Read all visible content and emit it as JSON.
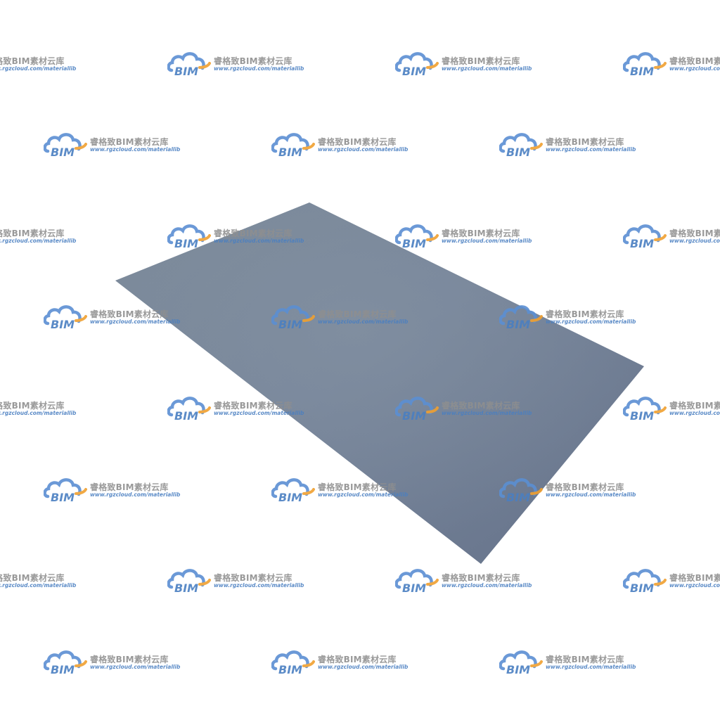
{
  "watermark": {
    "title": "睿格致BIM素材云库",
    "url": "www.rgzcloud.com/materiallib",
    "logo_text": "BIM",
    "colors": {
      "cloud": "#5b8fd3",
      "arc": "#f0a030",
      "title": "#8f8f8f",
      "url": "#4a7fc1"
    }
  },
  "plate": {
    "material": "steel-plate",
    "colors": {
      "light": "#7f8d9c",
      "mid": "#727f90",
      "dark": "#66738a"
    }
  }
}
